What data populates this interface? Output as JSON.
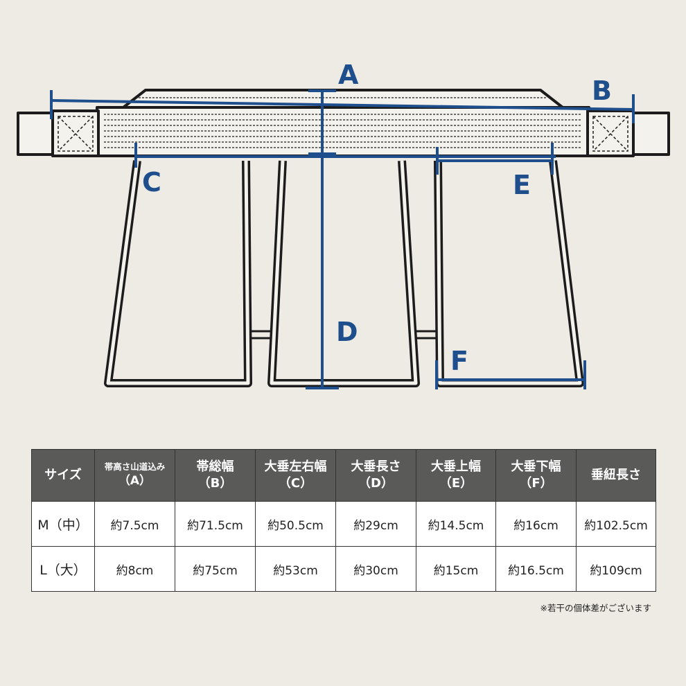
{
  "labels": {
    "A": "A",
    "B": "B",
    "C": "C",
    "D": "D",
    "E": "E",
    "F": "F"
  },
  "colors": {
    "dimension": "#1f4e8c",
    "outline": "#1c1c1c",
    "header_bg": "#5a5a58",
    "background": "#eeebe4"
  },
  "table": {
    "headers": [
      {
        "title": "サイズ",
        "letter": ""
      },
      {
        "title": "帯高さ山道込み",
        "letter": "（A）"
      },
      {
        "title": "帯総幅",
        "letter": "（B）"
      },
      {
        "title": "大垂左右幅",
        "letter": "（C）"
      },
      {
        "title": "大垂長さ",
        "letter": "（D）"
      },
      {
        "title": "大垂上幅",
        "letter": "（E）"
      },
      {
        "title": "大垂下幅",
        "letter": "（F）"
      },
      {
        "title": "垂紐長さ",
        "letter": ""
      }
    ],
    "rows": [
      {
        "size": "M（中）",
        "cells": [
          "約7.5cm",
          "約71.5cm",
          "約50.5cm",
          "約29cm",
          "約14.5cm",
          "約16cm",
          "約102.5cm"
        ]
      },
      {
        "size": "L（大）",
        "cells": [
          "約8cm",
          "約75cm",
          "約53cm",
          "約30cm",
          "約15cm",
          "約16.5cm",
          "約109cm"
        ]
      }
    ]
  },
  "note": "※若干の個体差がございます"
}
